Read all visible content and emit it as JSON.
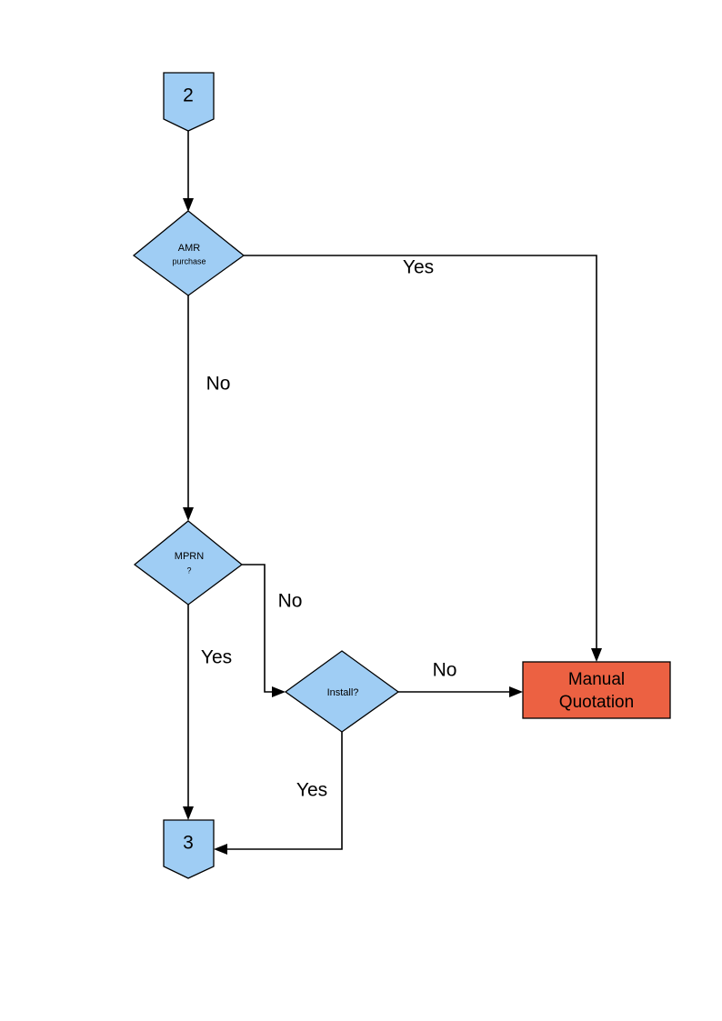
{
  "diagram": {
    "type": "flowchart",
    "title": "",
    "colors": {
      "node_fill_blue": "#9FCDF4",
      "node_fill_orange": "#EC6142",
      "stroke": "#000000",
      "background": "#FFFFFF"
    },
    "nodes": [
      {
        "id": "connector-in",
        "shape": "pentagon-connector",
        "label": "2",
        "fill": "#9FCDF4"
      },
      {
        "id": "decision-amr",
        "shape": "diamond",
        "label_line1": "AMR",
        "label_line2": "purchase",
        "fill": "#9FCDF4"
      },
      {
        "id": "decision-mprn",
        "shape": "diamond",
        "label_line1": "MPRN",
        "label_line2": "?",
        "fill": "#9FCDF4"
      },
      {
        "id": "decision-install",
        "shape": "diamond",
        "label_line1": "Install?",
        "fill": "#9FCDF4"
      },
      {
        "id": "process-manual-quotation",
        "shape": "rectangle",
        "label_line1": "Manual",
        "label_line2": "Quotation",
        "fill": "#EC6142"
      },
      {
        "id": "connector-out",
        "shape": "pentagon-connector",
        "label": "3",
        "fill": "#9FCDF4"
      }
    ],
    "edges": [
      {
        "id": "edge-start-to-amr",
        "from": "connector-in",
        "to": "decision-amr",
        "label": ""
      },
      {
        "id": "edge-amr-yes",
        "from": "decision-amr",
        "to": "process-manual-quotation",
        "label": "Yes"
      },
      {
        "id": "edge-amr-no",
        "from": "decision-amr",
        "to": "decision-mprn",
        "label": "No"
      },
      {
        "id": "edge-mprn-no",
        "from": "decision-mprn",
        "to": "decision-install",
        "label": "No"
      },
      {
        "id": "edge-mprn-yes",
        "from": "decision-mprn",
        "to": "connector-out",
        "label": "Yes"
      },
      {
        "id": "edge-install-no",
        "from": "decision-install",
        "to": "process-manual-quotation",
        "label": "No"
      },
      {
        "id": "edge-install-yes",
        "from": "decision-install",
        "to": "connector-out",
        "label": "Yes"
      }
    ]
  }
}
